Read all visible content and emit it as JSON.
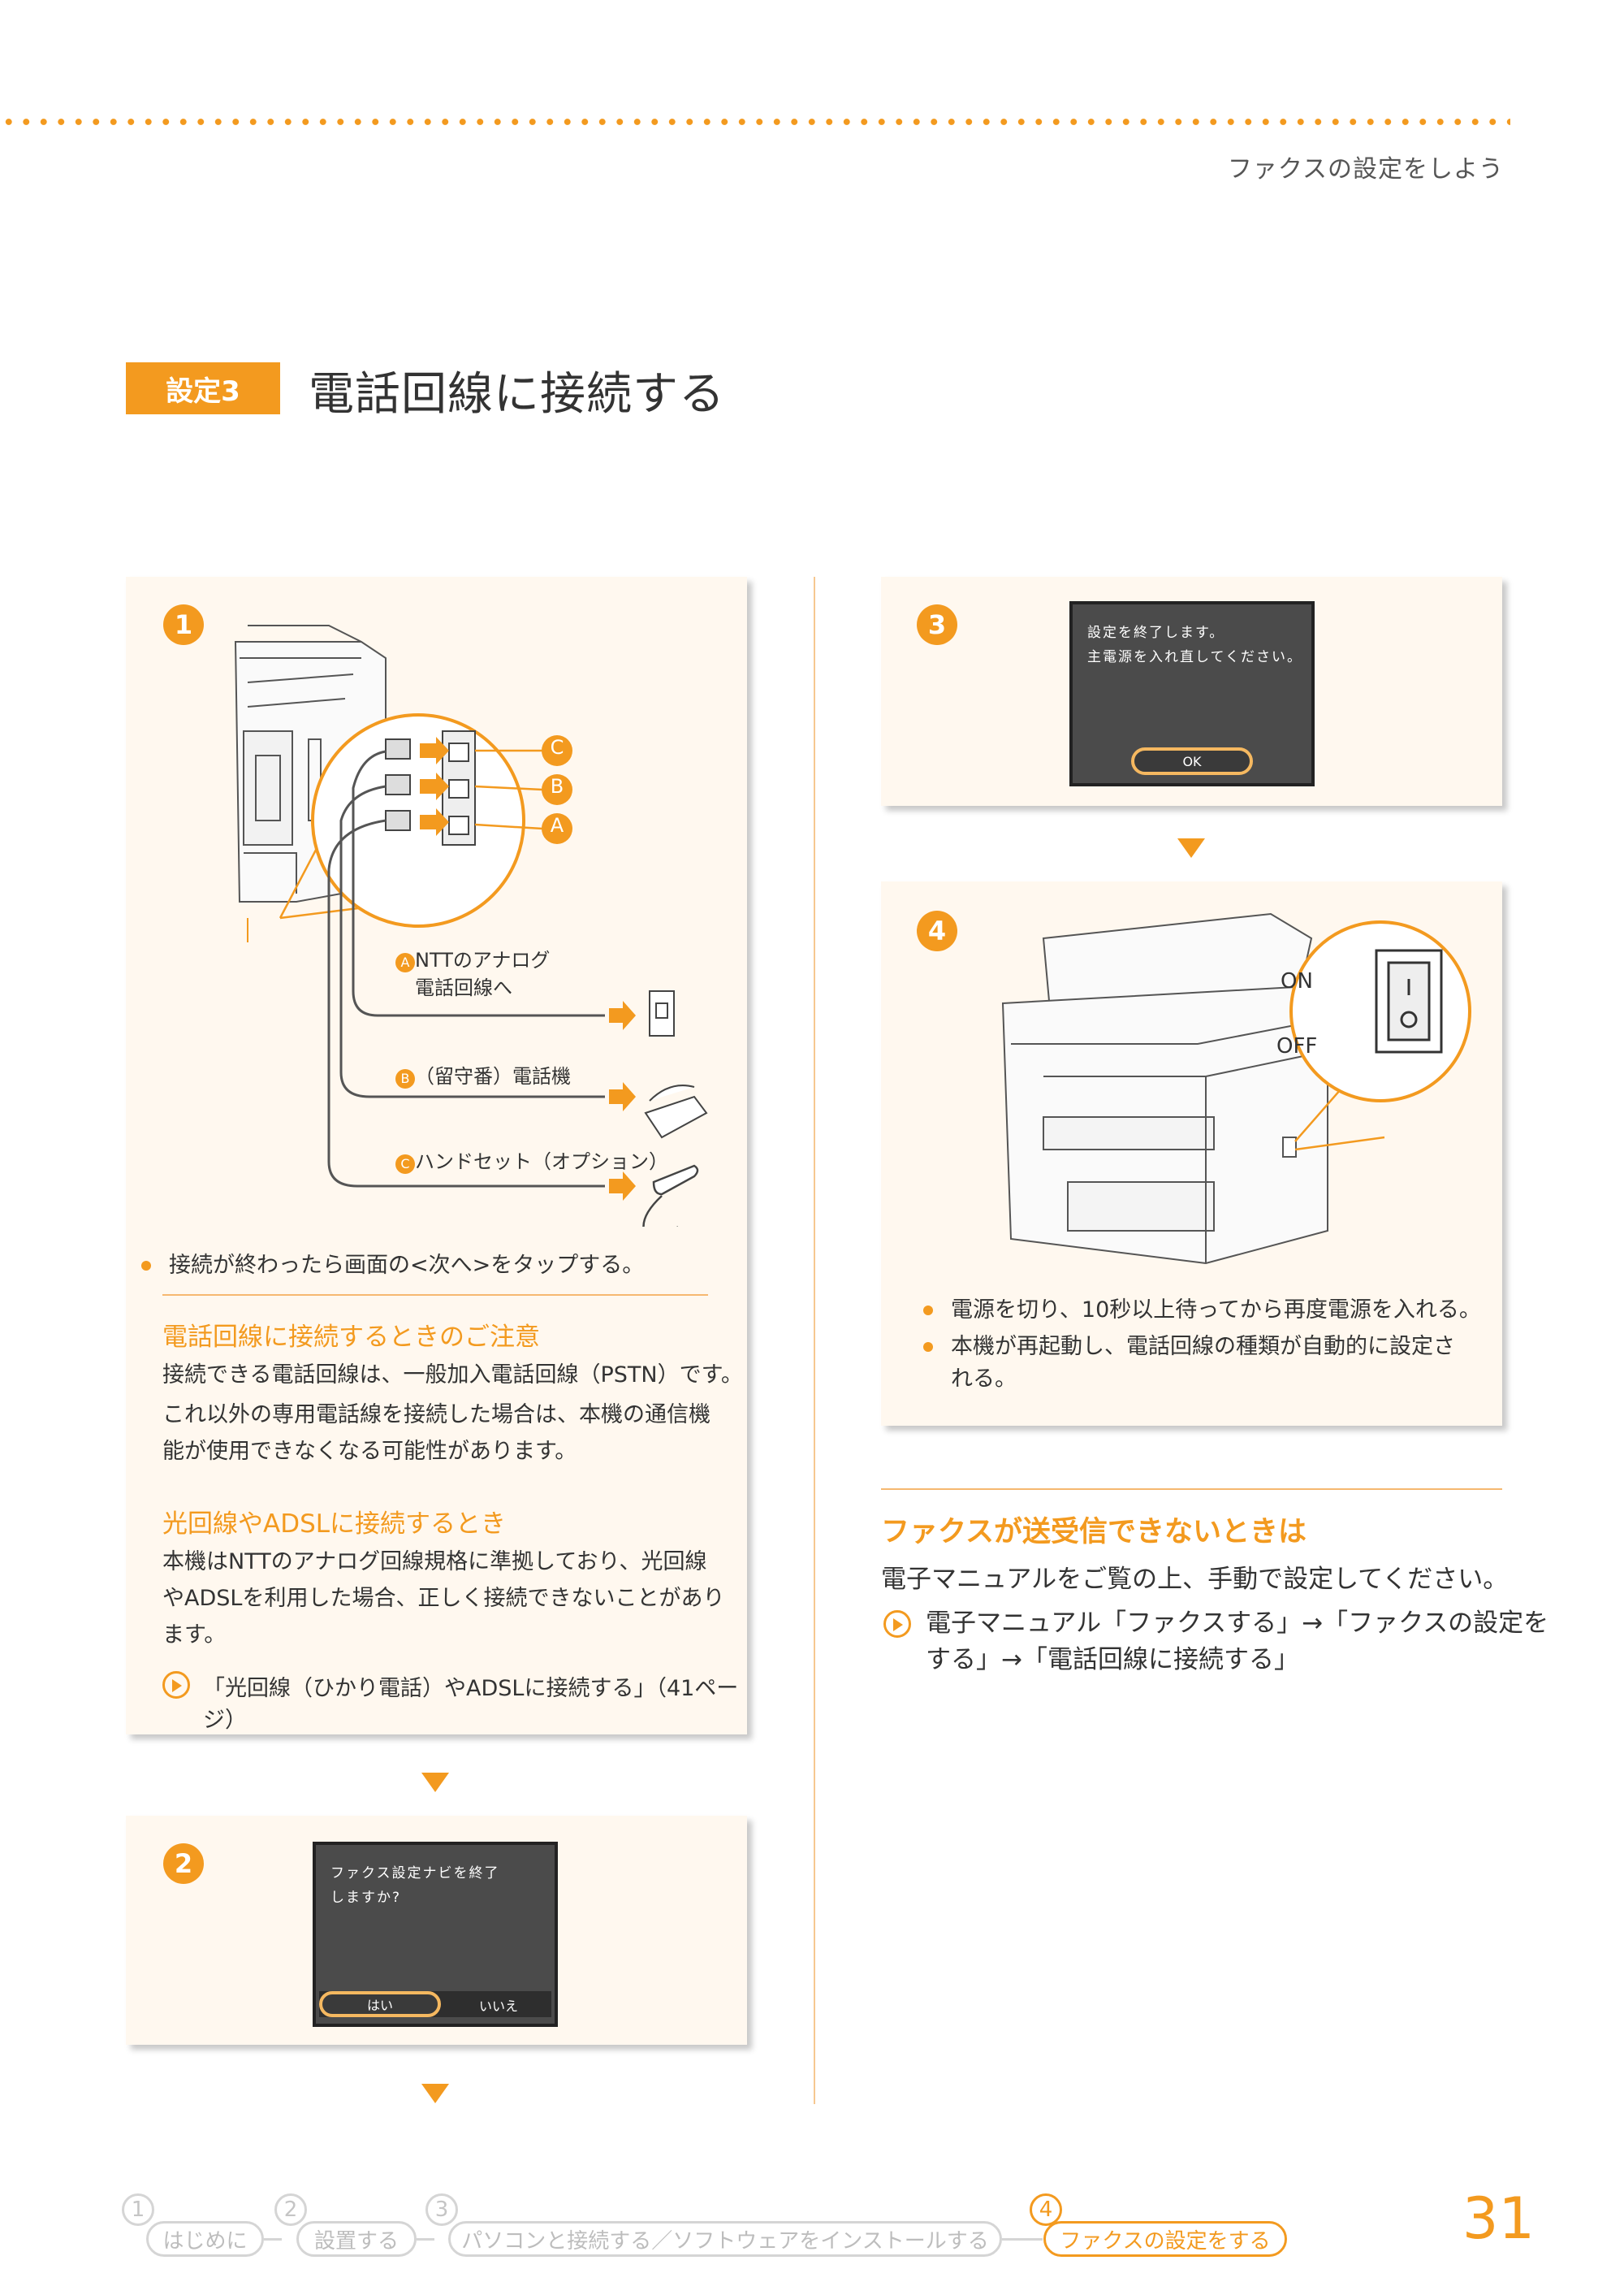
{
  "header": {
    "chapter_title": "ファクスの設定をしよう"
  },
  "section": {
    "badge": "設定3",
    "title": "電話回線に接続する"
  },
  "step1": {
    "number": "1",
    "callouts": [
      "C",
      "B",
      "A"
    ],
    "labels": {
      "a_marker": "A",
      "a_line1": "NTTのアナログ",
      "a_line2": "電話回線へ",
      "b_marker": "B",
      "b_text": "（留守番）電話機",
      "c_marker": "C",
      "c_text": "ハンドセット（オプション）"
    },
    "bullet": "接続が終わったら画面の<次へ>をタップする。",
    "note1": {
      "heading": "電話回線に接続するときのご注意",
      "line1": "接続できる電話回線は、一般加入電話回線（PSTN）です。",
      "line2": "これ以外の専用電話線を接続した場合は、本機の通信機",
      "line3": "能が使用できなくなる可能性があります。"
    },
    "note2": {
      "heading": "光回線やADSLに接続するとき",
      "line1": "本機はNTTのアナログ回線規格に準拠しており、光回線",
      "line2": "やADSLを利用した場合、正しく接続できないことがあり",
      "line3": "ます。",
      "reference": "「光回線（ひかり電話）やADSLに接続する」（41ページ）"
    }
  },
  "step2": {
    "number": "2",
    "screen_line1": "ファクス設定ナビを終了",
    "screen_line2": "しますか?",
    "yes_label": "はい",
    "no_label": "いいえ"
  },
  "step3": {
    "number": "3",
    "screen_line1": "設定を終了します。",
    "screen_line2": "主電源を入れ直してください。",
    "ok_label": "OK"
  },
  "step4": {
    "number": "4",
    "switch_on": "ON",
    "switch_off": "OFF",
    "bullet1": "電源を切り、10秒以上待ってから再度電源を入れる。",
    "bullet2_line1": "本機が再起動し、電話回線の種類が自動的に設定さ",
    "bullet2_line2": "れる。"
  },
  "fax_note": {
    "heading": "ファクスが送受信できないときは",
    "body": "電子マニュアルをご覧の上、手動で設定してください。",
    "ref_line1": "電子マニュアル「ファクスする」→「ファクスの設定を",
    "ref_line2": "する」→「電話回線に接続する」"
  },
  "footer_nav": [
    {
      "num": "1",
      "label": "はじめに"
    },
    {
      "num": "2",
      "label": "設置する"
    },
    {
      "num": "3",
      "label": "パソコンと接続する／ソフトウェアをインストールする"
    },
    {
      "num": "4",
      "label": "ファクスの設定をする"
    }
  ],
  "page_number": "31",
  "colors": {
    "accent": "#f39a1f",
    "panel": "#fff8ef",
    "screen": "#4b4b4b"
  }
}
